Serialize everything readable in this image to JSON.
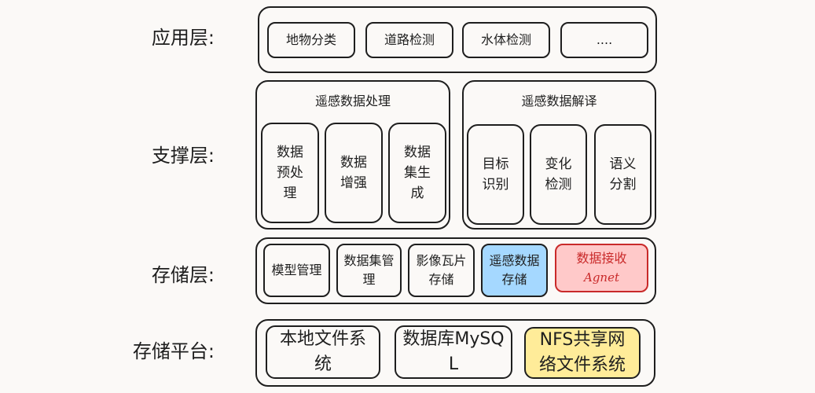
{
  "layers": {
    "app": {
      "label": "应用层:",
      "items": [
        "地物分类",
        "道路检测",
        "水体检测",
        "...."
      ]
    },
    "support": {
      "label": "支撑层:",
      "groups": [
        {
          "title": "遥感数据处理",
          "items": [
            "数据预处理",
            "数据增强",
            "数据集生成"
          ]
        },
        {
          "title": "遥感数据解译",
          "items": [
            "目标识别",
            "变化检测",
            "语义分割"
          ]
        }
      ]
    },
    "storage": {
      "label": "存储层:",
      "items": [
        "模型管理",
        "数据集管理",
        "影像瓦片存储",
        "遥感数据存储"
      ],
      "receive": {
        "line1": "数据接收",
        "line2": "Agnet"
      }
    },
    "platform": {
      "label": "存储平台:",
      "items": [
        "本地文件系统",
        "数据库MySQL",
        "NFS共享网络文件系统"
      ]
    }
  },
  "colors": {
    "blue_fill": "#a5d8ff",
    "red_fill": "#ffc9c9",
    "red_stroke": "#c92a2a",
    "yellow_fill": "#ffec99"
  }
}
